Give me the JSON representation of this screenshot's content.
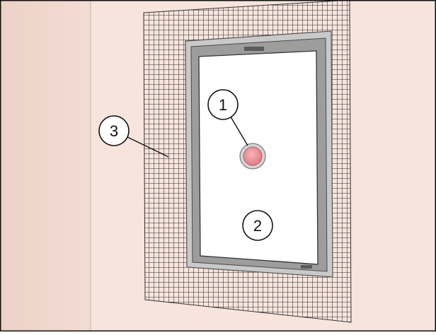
{
  "figure": {
    "colors": {
      "wall_left": "#f0d8cf",
      "wall_main": "#f7e3dc",
      "mesh_line": "#2b2b2b",
      "frame": "#8c8c8c",
      "panel": "#ffffff",
      "button_fill": "#ec8d95",
      "button_ring": "#c3c3c3",
      "outline": "#111111"
    },
    "callouts": [
      {
        "id": "callout-1",
        "label": "1"
      },
      {
        "id": "callout-2",
        "label": "2"
      },
      {
        "id": "callout-3",
        "label": "3"
      }
    ]
  }
}
